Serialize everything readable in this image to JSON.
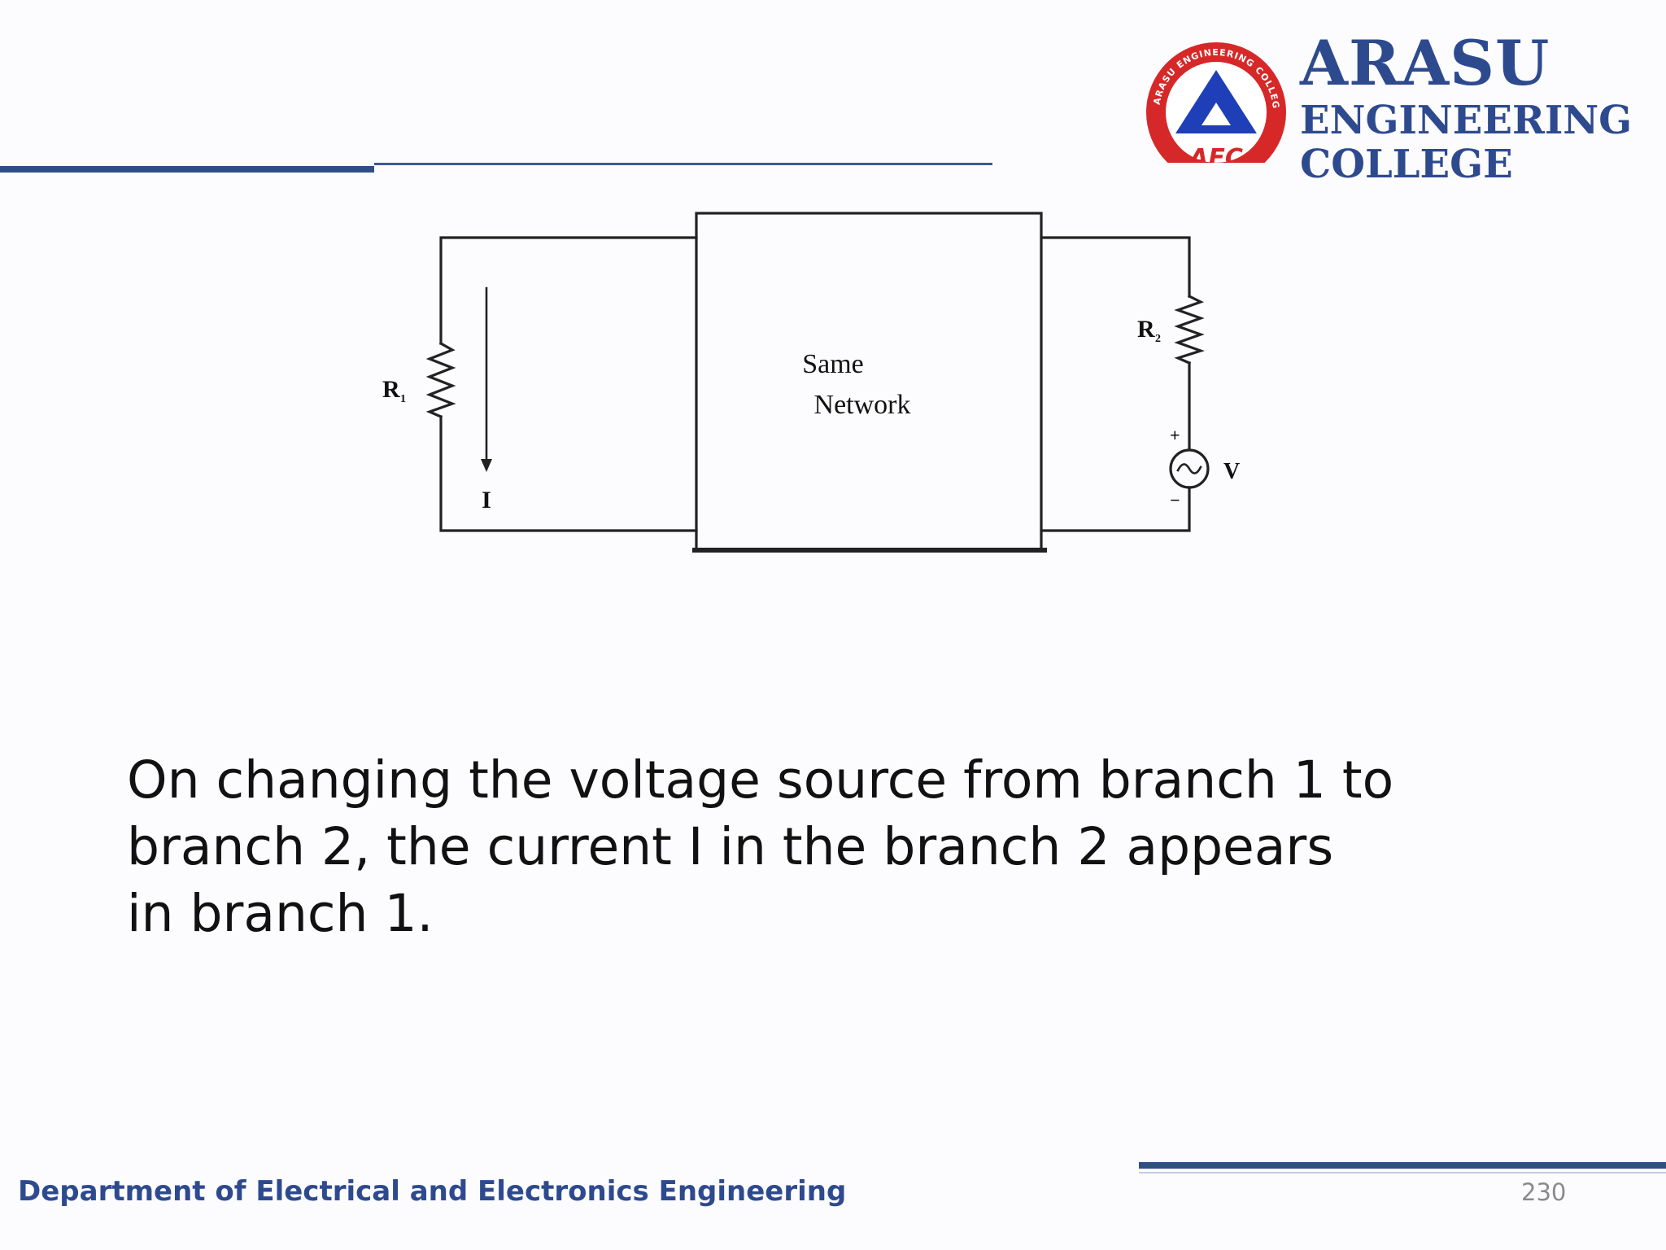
{
  "header": {
    "logo": {
      "name": "ARASU",
      "line2": "ENGINEERING",
      "line3": "COLLEGE",
      "seal_ring_text": "ARASU ENGINEERING COLLEGE",
      "seal_abbrev": "AEC",
      "colors": {
        "ring": "#d62828",
        "triangle": "#1f3fb8",
        "text": "#2e4a8f"
      }
    }
  },
  "diagram": {
    "network_label_line1": "Same",
    "network_label_line2": "Network",
    "r1_label": "R",
    "r1_sub": "1",
    "r2_label": "R",
    "r2_sub": "2",
    "current_label": "I",
    "source_label": "V",
    "plus_sign": "+",
    "minus_sign": "−"
  },
  "body": {
    "paragraph": "On changing the voltage source from branch 1 to branch 2, the current I in the branch 2 appears in branch 1."
  },
  "footer": {
    "department": "Department of Electrical and Electronics Engineering",
    "page_number": "230"
  },
  "colors": {
    "accent": "#2e4f86",
    "footer_text": "#2e4a8f"
  }
}
